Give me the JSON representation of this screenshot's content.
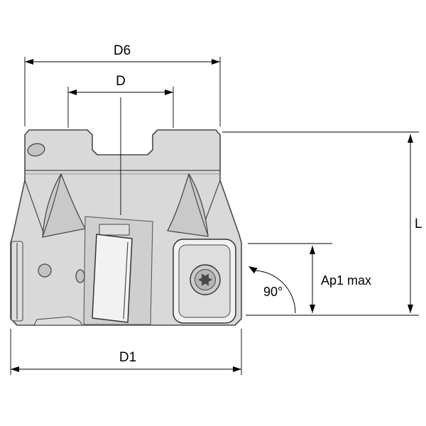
{
  "diagram": {
    "type": "technical-drawing",
    "subject": "indexable face milling cutter side view with dimensions",
    "labels": {
      "d6": "D6",
      "d": "D",
      "d1": "D1",
      "length": "L",
      "ap1_max": "Ap1 max",
      "lead_angle": "90°"
    },
    "colors": {
      "background": "#ffffff",
      "dimension_lines": "#000000",
      "body_stroke": "#4a4a4a",
      "body_fill": "#d9d9d9",
      "insert_fill": "#f2f2f2",
      "screw_fill": "#b5b5b5"
    }
  }
}
